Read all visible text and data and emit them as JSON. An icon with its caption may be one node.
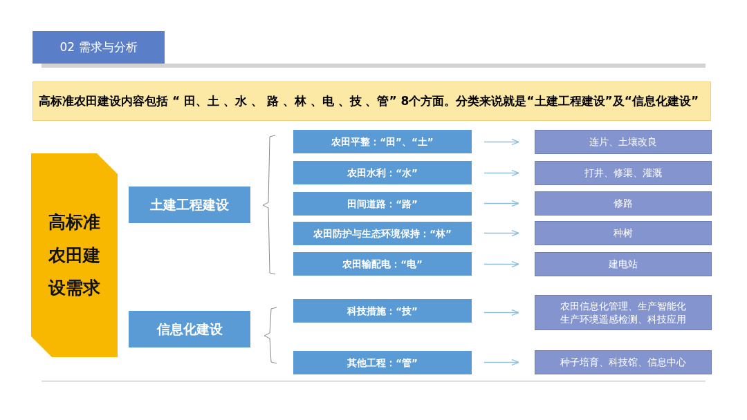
{
  "diagram": {
    "title": "02 需求与分析",
    "nodes": [
      {
        "text": [
          "高标准农田建设内容包括 “ 田、土 、水 、 路 、林 、电 、技 、管” 8个方面。分类来说就是“土建工程建设”及“信息化建设”"
        ]
      },
      {
        "text": [
          "高标准农田建设需求"
        ]
      },
      {
        "text": [
          "土建工程建设"
        ]
      },
      {
        "text": [
          "信息化建设"
        ]
      },
      {
        "text": [
          "农田平整：“田”、“土”"
        ]
      },
      {
        "text": [
          "农田水利：“水”"
        ]
      },
      {
        "text": [
          "田间道路：“路”"
        ]
      },
      {
        "text": [
          "农田防护与生态环境保持：“林”"
        ]
      },
      {
        "text": [
          "农田输配电：“电”"
        ]
      },
      {
        "text": [
          "科技措施：“技”"
        ]
      },
      {
        "text": [
          "其他工程：“管”"
        ]
      },
      {
        "text": [
          "连片、土壤改良"
        ]
      },
      {
        "text": [
          "打井、修渠、灌溉"
        ]
      },
      {
        "text": [
          "修路"
        ]
      },
      {
        "text": [
          "种树"
        ]
      },
      {
        "text": [
          "建电站"
        ]
      },
      {
        "text": [
          "农田信息化管理、生产智能化生产环境遥感检测、科技应用"
        ]
      },
      {
        "text": [
          "种子培育、科技馆、信息中心"
        ]
      }
    ],
    "edges": [
      {
        "from": 4,
        "to": 11,
        "arrow": "to"
      },
      {
        "from": 5,
        "to": 12,
        "arrow": "to"
      },
      {
        "from": 6,
        "to": 13,
        "arrow": "to"
      },
      {
        "from": 7,
        "to": 14,
        "arrow": "to"
      },
      {
        "from": 8,
        "to": 15,
        "arrow": "to"
      },
      {
        "from": 9,
        "to": 16,
        "arrow": "to"
      },
      {
        "from": 10,
        "to": 17,
        "arrow": "to"
      }
    ]
  }
}
